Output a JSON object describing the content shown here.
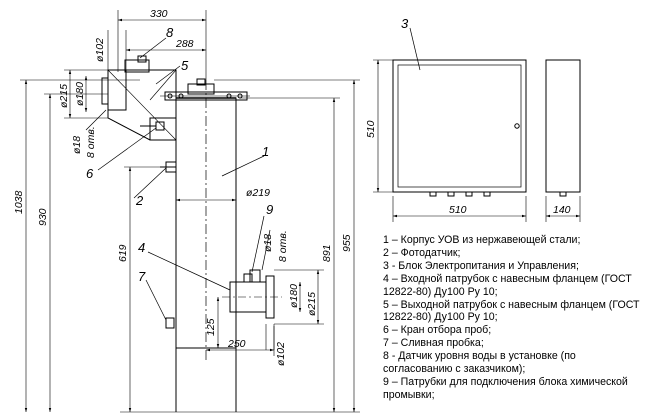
{
  "dimensions": {
    "d330": "330",
    "d288": "288",
    "d102_top": "ø102",
    "d215_left": "ø215",
    "d180_left": "ø180",
    "d18_left": "ø18",
    "d8otv_left": "8 отв.",
    "d1038": "1038",
    "d930": "930",
    "d619": "619",
    "d219": "ø219",
    "d18_bottom": "ø18",
    "d8otv_bottom": "8 отв.",
    "d891": "891",
    "d955": "955",
    "d180_bottom": "ø180",
    "d215_bottom": "ø215",
    "d102_bottom": "ø102",
    "d125": "125",
    "d250": "250",
    "d510_h": "510",
    "d510_w": "510",
    "d140": "140"
  },
  "callouts": {
    "c1": "1",
    "c2": "2",
    "c3": "3",
    "c4": "4",
    "c5": "5",
    "c6": "6",
    "c7": "7",
    "c8": "8",
    "c9": "9"
  },
  "legend": [
    "1 – Корпус УОВ из нержавеющей стали;",
    "2 – Фотодатчик;",
    "3 - Блок Электропитания и Управления;",
    "4 – Входной патрубок с навесным фланцем (ГОСТ 12822-80) Ду100 Ру 10;",
    "5 – Выходной патрубок с навесным фланцем (ГОСТ 12822-80) Ду100 Ру 10;",
    "6 – Кран отбора проб;",
    "7 – Сливная пробка;",
    "8 - Датчик уровня воды в установке (по согласованию с заказчиком);",
    "9 – Патрубки для подключения блока химической промывки;"
  ]
}
